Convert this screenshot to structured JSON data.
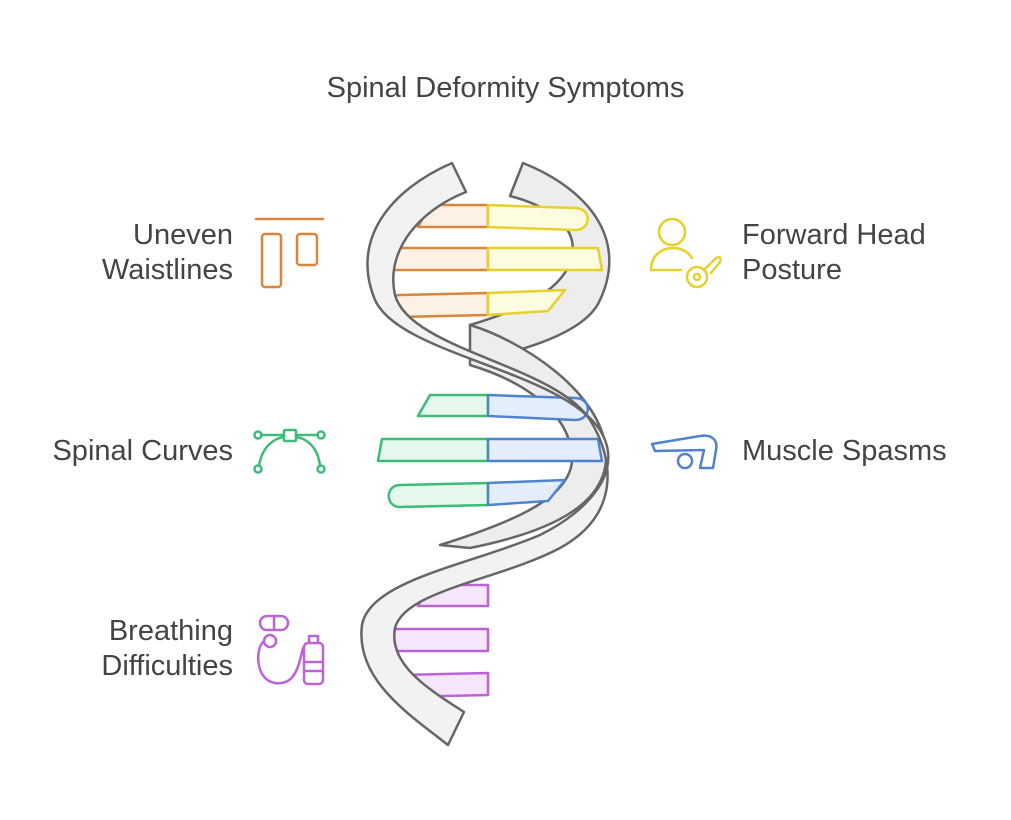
{
  "title": "Spinal Deformity Symptoms",
  "items": [
    {
      "label_lines": [
        "Uneven",
        "Waistlines"
      ],
      "icon": "uneven-waistlines-icon",
      "color": "#d9853b"
    },
    {
      "label_lines": [
        "Forward Head",
        "Posture"
      ],
      "icon": "forward-head-posture-icon",
      "color": "#e6d12a"
    },
    {
      "label_lines": [
        "Spinal Curves"
      ],
      "icon": "spinal-curves-icon",
      "color": "#3dbb7a"
    },
    {
      "label_lines": [
        "Muscle Spasms"
      ],
      "icon": "muscle-spasms-icon",
      "color": "#4f82cf"
    },
    {
      "label_lines": [
        "Breathing",
        "Difficulties"
      ],
      "icon": "breathing-difficulties-icon",
      "color": "#bd63d9"
    }
  ]
}
